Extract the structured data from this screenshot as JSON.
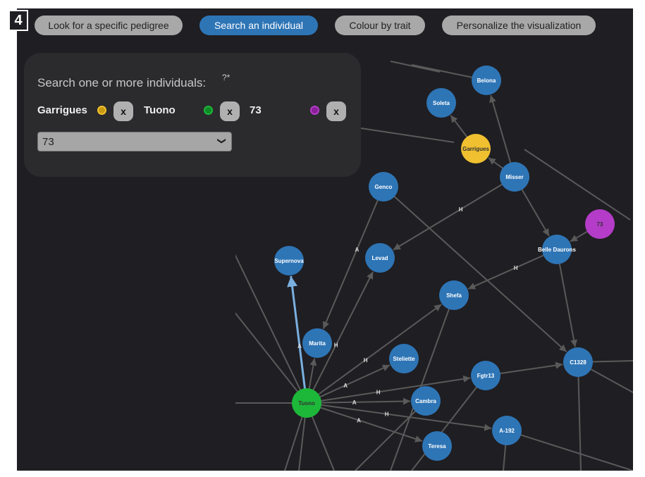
{
  "step_number": "4",
  "tabs": [
    {
      "label": "Look for a specific pedigree",
      "active": false
    },
    {
      "label": "Search an individual",
      "active": true
    },
    {
      "label": "Colour by trait",
      "active": false
    },
    {
      "label": "Personalize the visualization",
      "active": false
    }
  ],
  "search_panel": {
    "title": "Search one or more individuals:",
    "help": "?*",
    "selected": [
      {
        "name": "Garrigues",
        "color": "#f0c030"
      },
      {
        "name": "Tuono",
        "color": "#1db83a"
      },
      {
        "name": "73",
        "color": "#b43cc8"
      }
    ],
    "remove_label": "x",
    "dropdown_value": "73"
  },
  "graph": {
    "colors": {
      "node": "#2e75b6",
      "edge": "#5a5a5a",
      "highlight_edge": "#7ab0e0"
    },
    "nodes": [
      {
        "name": "Belona",
        "color": "#2e75b6"
      },
      {
        "name": "Soleta",
        "color": "#2e75b6"
      },
      {
        "name": "Garrigues",
        "color": "#f0c030"
      },
      {
        "name": "Misser",
        "color": "#2e75b6"
      },
      {
        "name": "Genco",
        "color": "#2e75b6"
      },
      {
        "name": "73",
        "color": "#b43cc8"
      },
      {
        "name": "Belle Daurons",
        "color": "#2e75b6"
      },
      {
        "name": "Supernova",
        "color": "#2e75b6"
      },
      {
        "name": "Levad",
        "color": "#2e75b6"
      },
      {
        "name": "Shefa",
        "color": "#2e75b6"
      },
      {
        "name": "Marita",
        "color": "#2e75b6"
      },
      {
        "name": "Steliette",
        "color": "#2e75b6"
      },
      {
        "name": "C1328",
        "color": "#2e75b6"
      },
      {
        "name": "Fgtr13",
        "color": "#2e75b6"
      },
      {
        "name": "Tuono",
        "color": "#1db83a"
      },
      {
        "name": "Cambra",
        "color": "#2e75b6"
      },
      {
        "name": "A-192",
        "color": "#2e75b6"
      },
      {
        "name": "Teresa",
        "color": "#2e75b6"
      }
    ],
    "edges": [
      {
        "source": "Garrigues",
        "target": "Soleta",
        "label": ""
      },
      {
        "source": "Misser",
        "target": "Belona",
        "label": ""
      },
      {
        "source": "Misser",
        "target": "Garrigues",
        "label": ""
      },
      {
        "source": "Genco",
        "target": "Marita",
        "label": "A"
      },
      {
        "source": "Genco",
        "target": "C1328",
        "label": ""
      },
      {
        "source": "Misser",
        "target": "Levad",
        "label": "H"
      },
      {
        "source": "Misser",
        "target": "Belle Daurons",
        "label": ""
      },
      {
        "source": "Belle Daurons",
        "target": "Shefa",
        "label": "H"
      },
      {
        "source": "Belle Daurons",
        "target": "C1328",
        "label": ""
      },
      {
        "source": "73",
        "target": "Belle Daurons",
        "label": ""
      },
      {
        "source": "Tuono",
        "target": "Supernova",
        "label": "A",
        "highlight": true
      },
      {
        "source": "Tuono",
        "target": "Levad",
        "label": "H"
      },
      {
        "source": "Tuono",
        "target": "Shefa",
        "label": "H"
      },
      {
        "source": "Tuono",
        "target": "Steliette",
        "label": "A"
      },
      {
        "source": "Tuono",
        "target": "Fgtr13",
        "label": "H"
      },
      {
        "source": "Tuono",
        "target": "Cambra",
        "label": "A"
      },
      {
        "source": "Tuono",
        "target": "A-192",
        "label": "H"
      },
      {
        "source": "Tuono",
        "target": "Teresa",
        "label": "A"
      },
      {
        "source": "Tuono",
        "target": "Marita",
        "label": ""
      },
      {
        "source": "Fgtr13",
        "target": "C1328",
        "label": ""
      }
    ]
  }
}
